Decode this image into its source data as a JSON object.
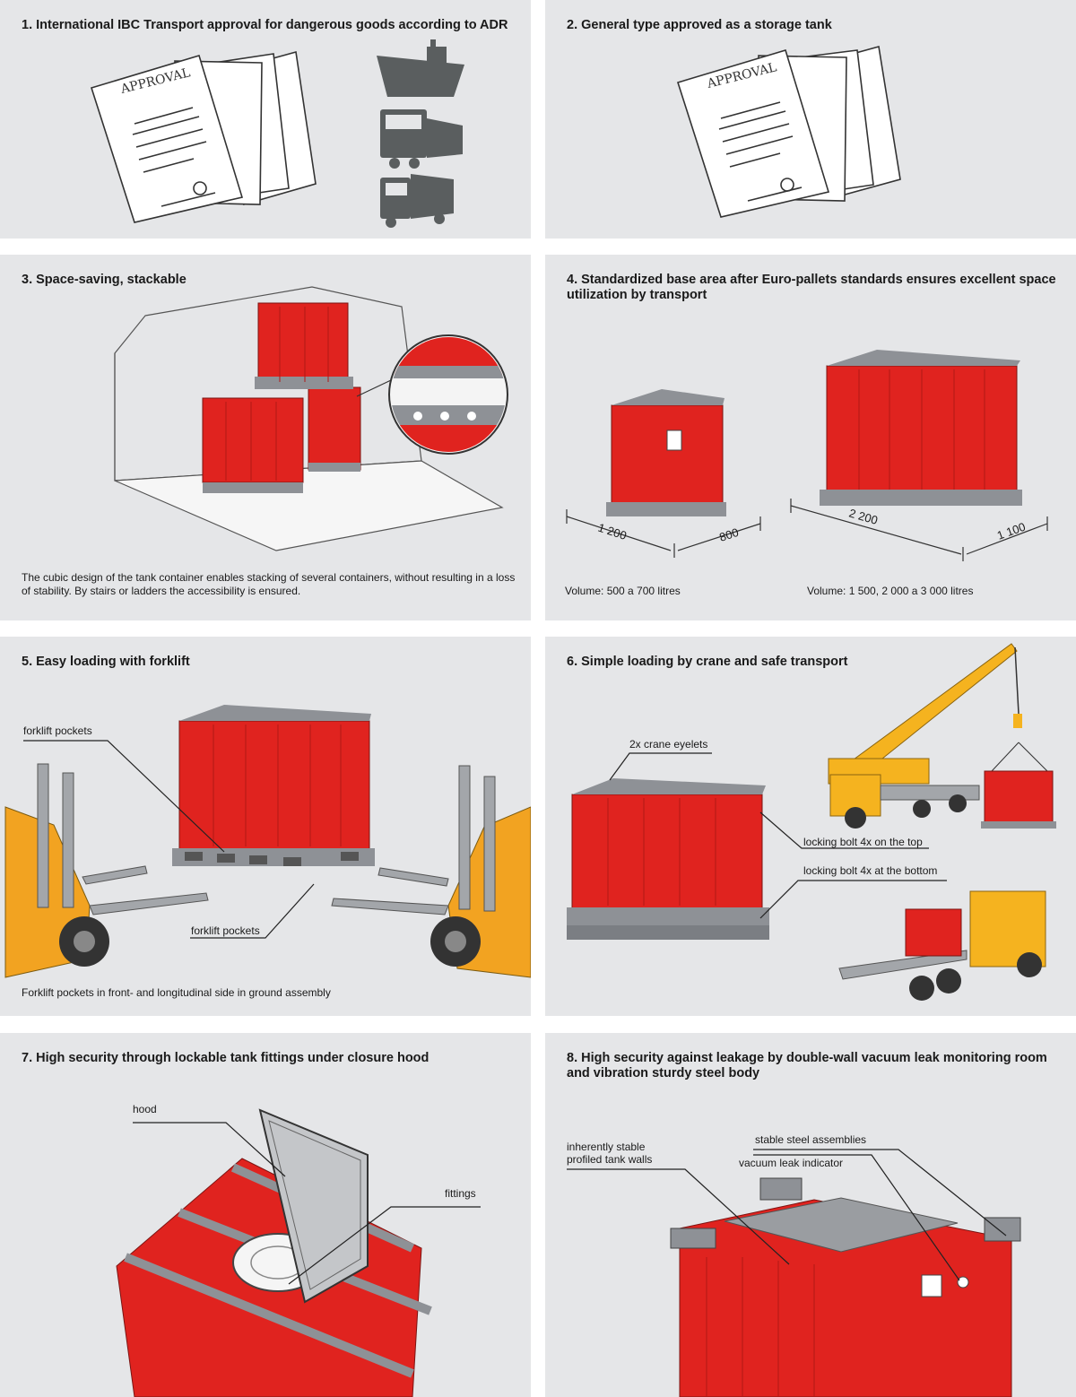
{
  "panels": [
    {
      "title": "1. International IBC Transport approval for dangerous goods according to ADR",
      "approval_text": "APPROVAL",
      "icons": [
        "ship-icon",
        "truck-icon",
        "van-icon"
      ]
    },
    {
      "title": "2. General type approved as a storage tank",
      "approval_text": "APPROVAL"
    },
    {
      "title": "3. Space-saving, stackable",
      "caption": "The cubic design of the tank container enables stacking of several containers, without resulting in a loss of stability. By stairs or ladders the accessibility is ensured."
    },
    {
      "title": "4. Standardized base area after Euro-pallets standards ensures excellent space utilization by transport",
      "small_dims": [
        "1 200",
        "800"
      ],
      "large_dims": [
        "2 200",
        "1 100"
      ],
      "vol_small": "Volume: 500 a 700 litres",
      "vol_large": "Volume: 1 500, 2 000 a 3 000 litres"
    },
    {
      "title": "5. Easy loading with forklift",
      "label_top": "forklift pockets",
      "label_bottom": "forklift pockets",
      "caption": "Forklift pockets in front- and longitudinal side in ground assembly"
    },
    {
      "title": "6. Simple loading by crane and safe transport",
      "label_eyelets": "2x crane eyelets",
      "label_top_bolt": "locking bolt 4x on the top",
      "label_bottom_bolt": "locking bolt 4x at the bottom"
    },
    {
      "title": "7. High security through lockable tank fittings under closure hood",
      "label_hood": "hood",
      "label_fittings": "fittings"
    },
    {
      "title": "8. High security against leakage by double-wall vacuum leak monitoring room and vibration sturdy steel body",
      "label_walls": "inherently stable\nprofiled tank walls",
      "label_assemblies": "stable steel assemblies",
      "label_indicator": "vacuum leak indicator"
    }
  ],
  "colors": {
    "panel_bg": "#e5e6e8",
    "tank_red": "#e0231f",
    "steel": "#8e9196",
    "forklift_orange": "#f2a321",
    "crane_yellow": "#f5b31f",
    "icon_gray": "#5a5e5f"
  }
}
